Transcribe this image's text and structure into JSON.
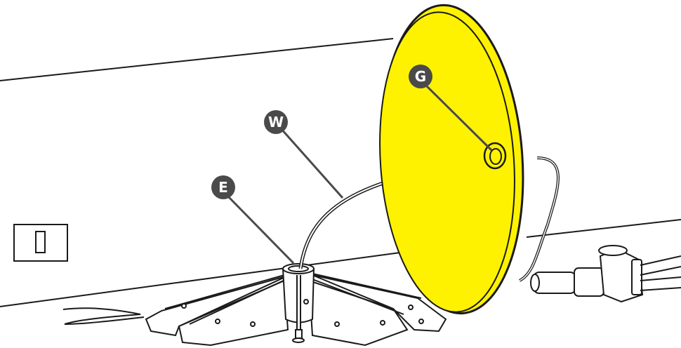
{
  "diagram": {
    "callouts": [
      {
        "id": "W",
        "label": "W",
        "target": "cable"
      },
      {
        "id": "G",
        "label": "G",
        "target": "dish-feed-hole"
      },
      {
        "id": "E",
        "label": "E",
        "target": "base-hub"
      }
    ],
    "colors": {
      "dish_fill": "#fff200",
      "outline": "#1a1a1a",
      "callout_fill": "#4a4a4a",
      "background": "#ffffff"
    },
    "icons": [
      "wall-outlet-icon"
    ]
  }
}
